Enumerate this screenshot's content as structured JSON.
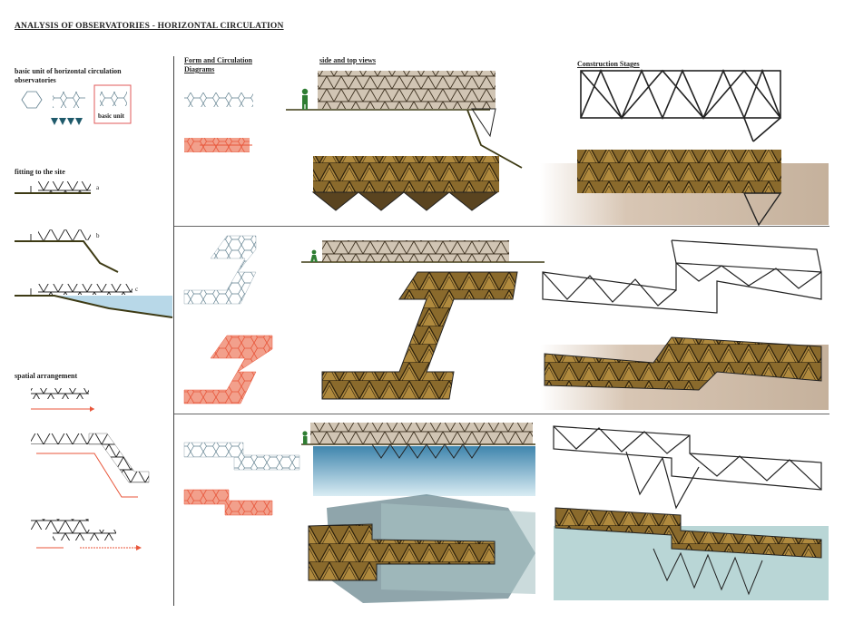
{
  "title": "ANALYSIS OF OBSERVATORIES - HORIZONTAL CIRCULATION",
  "headers": {
    "form_circulation": "Form and Circulation Diagrams",
    "side_top_views": "side and top views",
    "construction_stages": "Construction Stages"
  },
  "left": {
    "basic_unit_heading": "basic unit of horizontal circulation observatories",
    "basic_unit_label": "basic unit",
    "fitting_heading": "fitting to the site",
    "site_labels": [
      "a",
      "b",
      "c"
    ],
    "spatial_heading": "spatial arrangement"
  },
  "colors": {
    "wood": "#8a6a2c",
    "wood_light": "#b08a3e",
    "frame": "#222222",
    "circulation": "#e8563a",
    "water": "#5a9ec0",
    "ground": "#3d3a14",
    "shadow_bg": "#c9b9a8",
    "figure": "#2e7d32"
  }
}
